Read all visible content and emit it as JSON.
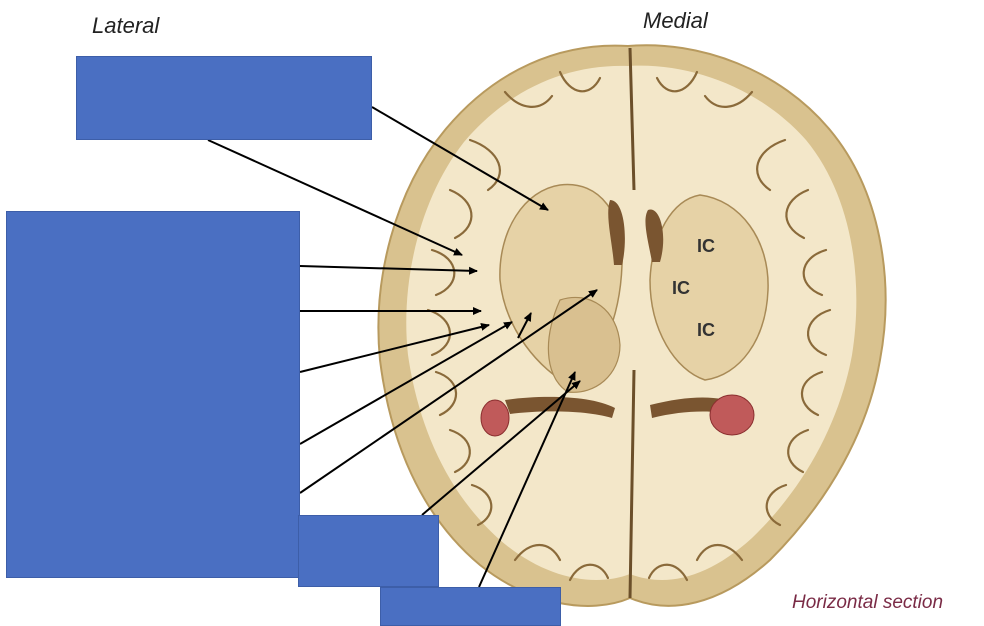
{
  "labels": {
    "lateral": "Lateral",
    "medial": "Medial",
    "caption": "Horizontal section"
  },
  "structure_labels": [
    "IC",
    "IC",
    "IC"
  ],
  "colors": {
    "box_fill": "#4a6fc2",
    "arrow": "#000000",
    "white_matter": "#f3e7c9",
    "gray_matter": "#d8c18f",
    "caption": "#7a2b46"
  },
  "answer_boxes": [
    "",
    "",
    "",
    ""
  ]
}
